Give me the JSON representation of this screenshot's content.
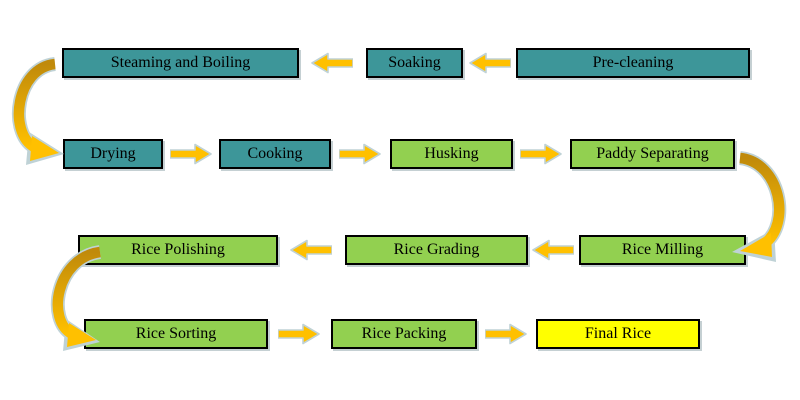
{
  "palette": {
    "teal": "#3D9699",
    "green": "#92D050",
    "yellow": "#FFFF00",
    "arrow_gold": "#FFC000",
    "arrow_gold_dark": "#C08A0B",
    "arrow_outline": "#BFD2D6",
    "box_border": "#000000",
    "text_color": "#000000",
    "background": "#FFFFFF"
  },
  "stages": [
    {
      "id": "pre-cleaning",
      "label": "Pre-cleaning",
      "color": "teal",
      "step": 1
    },
    {
      "id": "soaking",
      "label": "Soaking",
      "color": "teal",
      "step": 2
    },
    {
      "id": "steaming-and-boiling",
      "label": "Steaming and Boiling",
      "color": "teal",
      "step": 3
    },
    {
      "id": "drying",
      "label": "Drying",
      "color": "teal",
      "step": 4
    },
    {
      "id": "cooking",
      "label": "Cooking",
      "color": "teal",
      "step": 5
    },
    {
      "id": "husking",
      "label": "Husking",
      "color": "green",
      "step": 6
    },
    {
      "id": "paddy-separating",
      "label": "Paddy Separating",
      "color": "green",
      "step": 7
    },
    {
      "id": "rice-milling",
      "label": "Rice Milling",
      "color": "green",
      "step": 8
    },
    {
      "id": "rice-grading",
      "label": "Rice Grading",
      "color": "green",
      "step": 9
    },
    {
      "id": "rice-polishing",
      "label": "Rice Polishing",
      "color": "green",
      "step": 10
    },
    {
      "id": "rice-sorting",
      "label": "Rice Sorting",
      "color": "green",
      "step": 11
    },
    {
      "id": "rice-packing",
      "label": "Rice Packing",
      "color": "green",
      "step": 12
    },
    {
      "id": "final-rice",
      "label": "Final Rice",
      "color": "yellow",
      "step": 13
    }
  ],
  "connections": [
    {
      "from": "pre-cleaning",
      "to": "soaking",
      "shape": "straight",
      "direction": "left"
    },
    {
      "from": "soaking",
      "to": "steaming-and-boiling",
      "shape": "straight",
      "direction": "left"
    },
    {
      "from": "steaming-and-boiling",
      "to": "drying",
      "shape": "curved",
      "direction": "down"
    },
    {
      "from": "drying",
      "to": "cooking",
      "shape": "straight",
      "direction": "right"
    },
    {
      "from": "cooking",
      "to": "husking",
      "shape": "straight",
      "direction": "right"
    },
    {
      "from": "husking",
      "to": "paddy-separating",
      "shape": "straight",
      "direction": "right"
    },
    {
      "from": "paddy-separating",
      "to": "rice-milling",
      "shape": "curved",
      "direction": "down"
    },
    {
      "from": "rice-milling",
      "to": "rice-grading",
      "shape": "straight",
      "direction": "left"
    },
    {
      "from": "rice-grading",
      "to": "rice-polishing",
      "shape": "straight",
      "direction": "left"
    },
    {
      "from": "rice-polishing",
      "to": "rice-sorting",
      "shape": "curved",
      "direction": "down"
    },
    {
      "from": "rice-sorting",
      "to": "rice-packing",
      "shape": "straight",
      "direction": "right"
    },
    {
      "from": "rice-packing",
      "to": "final-rice",
      "shape": "straight",
      "direction": "right"
    }
  ]
}
